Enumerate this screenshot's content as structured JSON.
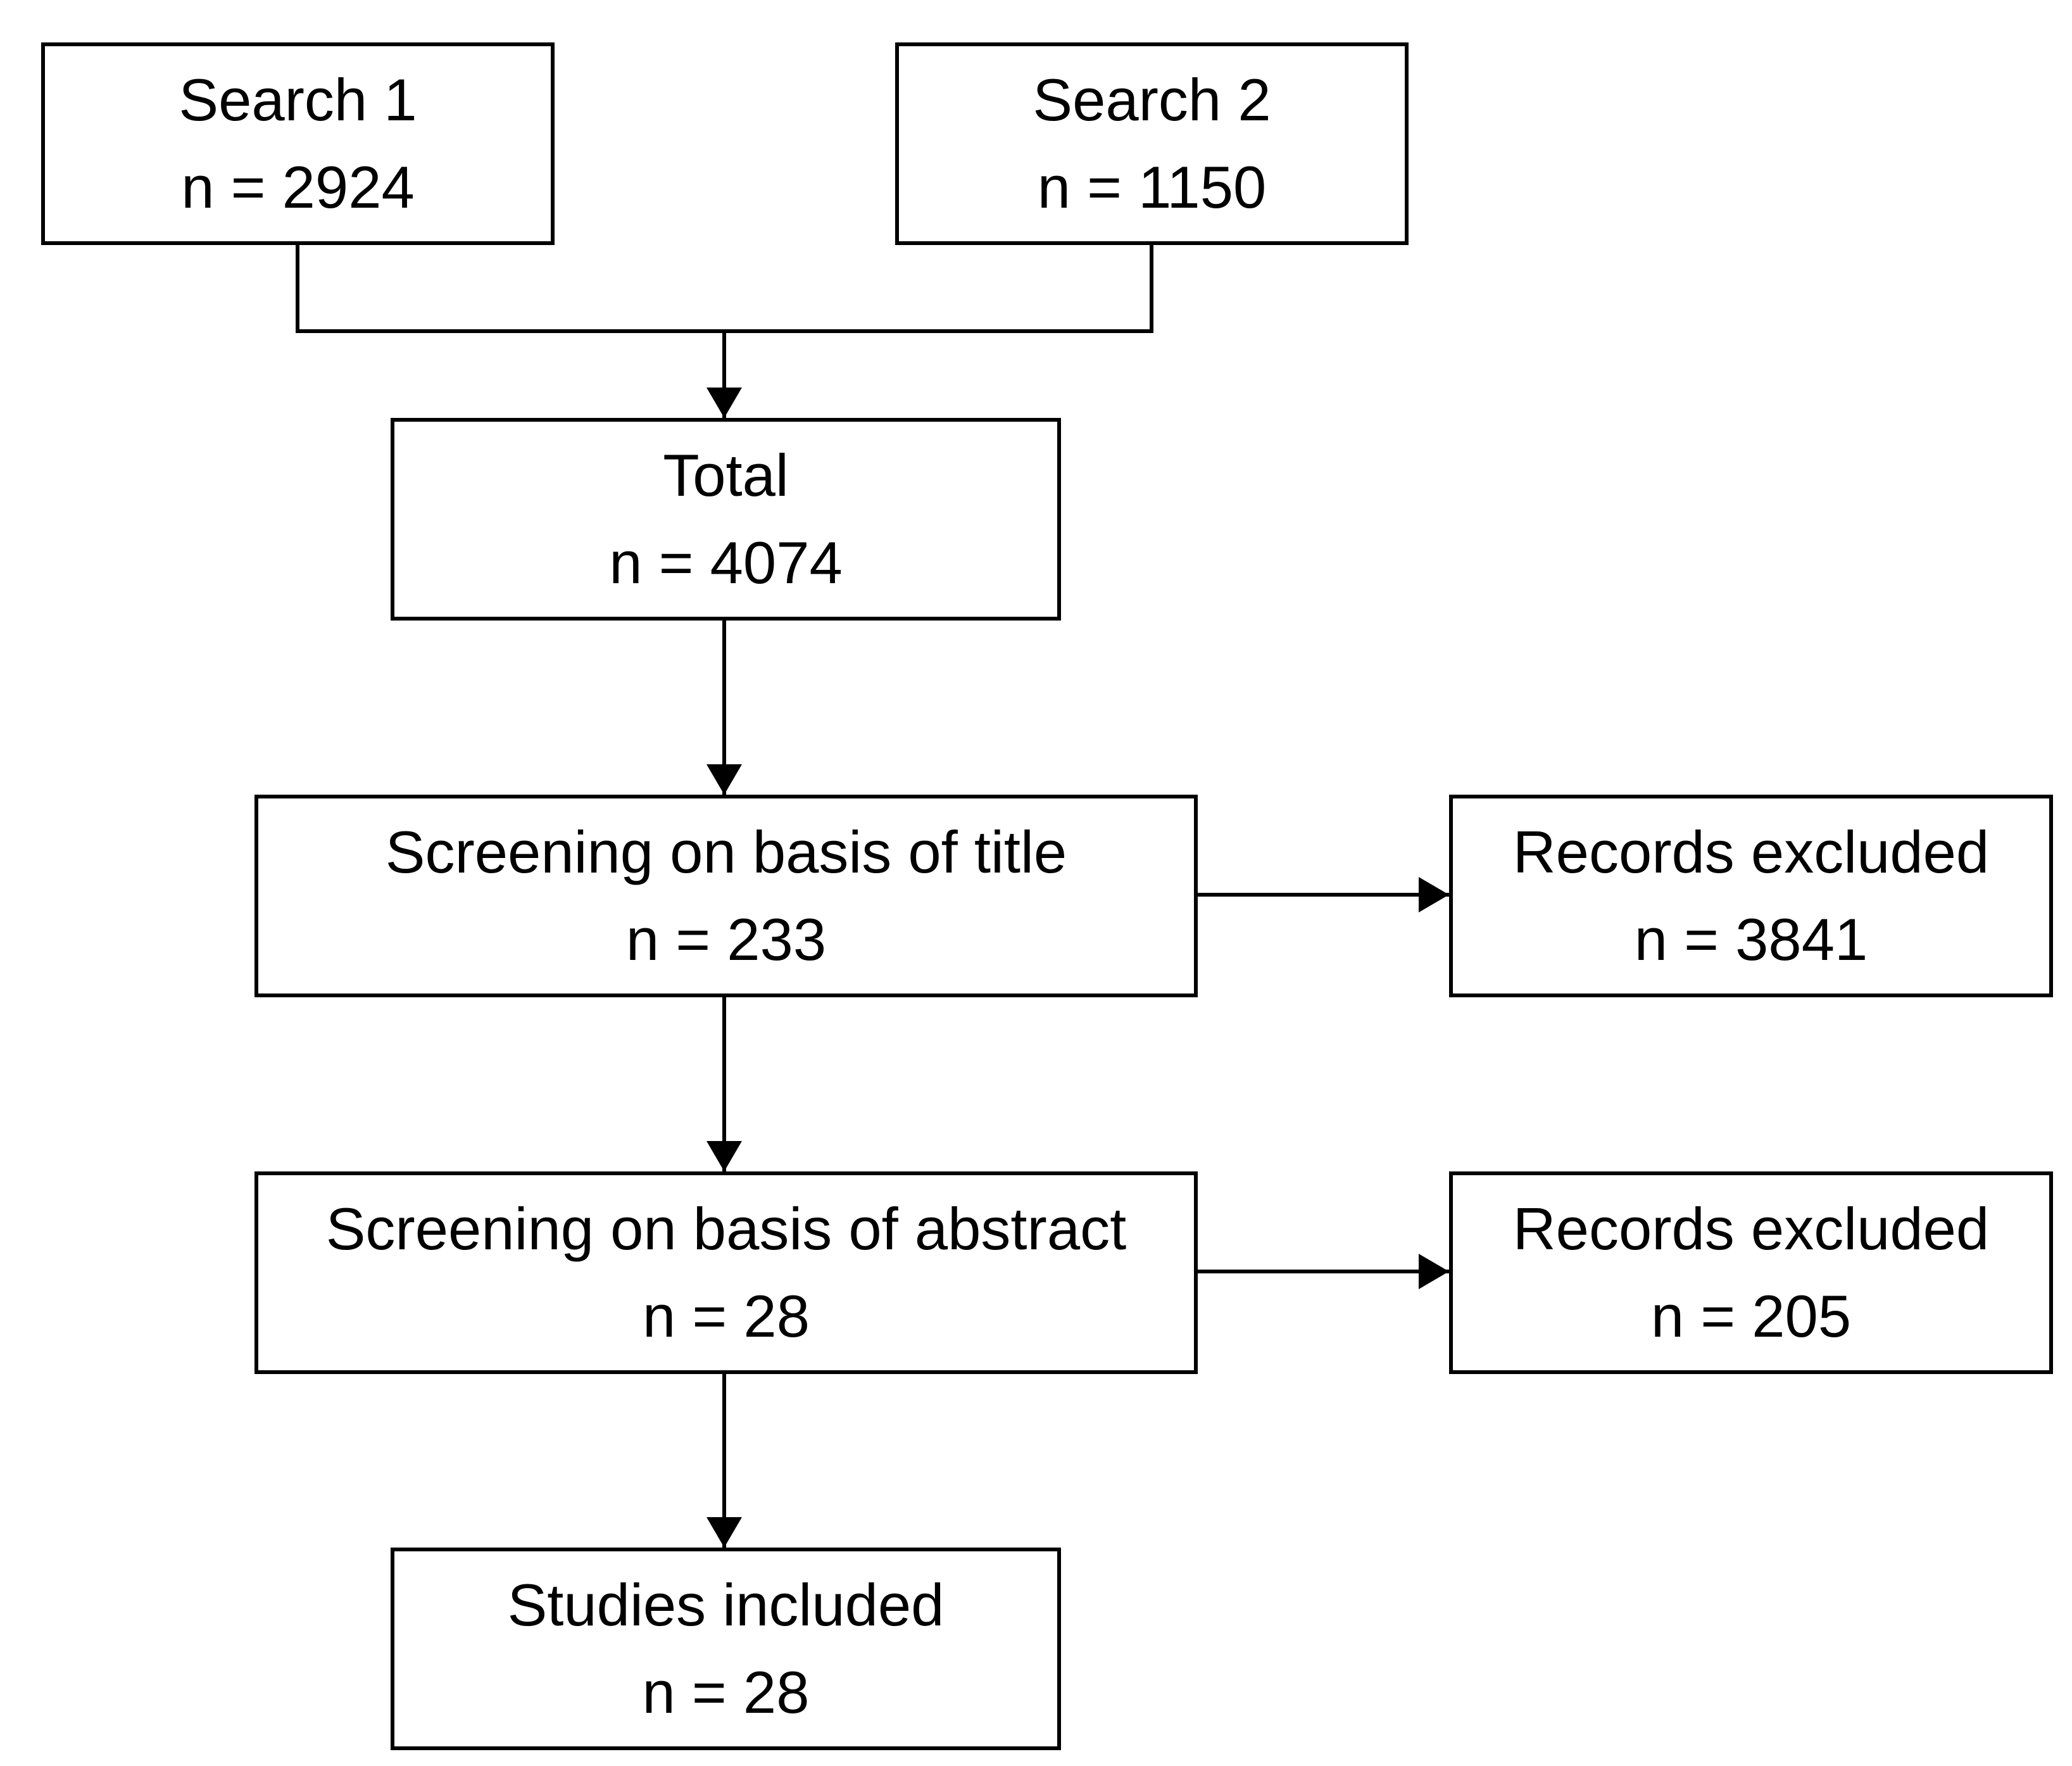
{
  "diagram": {
    "nodes": [
      {
        "id": "search1",
        "title": "Search 1",
        "count": "n = 2924"
      },
      {
        "id": "search2",
        "title": "Search 2",
        "count": "n = 1150"
      },
      {
        "id": "total",
        "title": "Total",
        "count": "n = 4074"
      },
      {
        "id": "title",
        "title": "Screening on basis of title",
        "count": "n = 233"
      },
      {
        "id": "excluded1",
        "title": "Records excluded",
        "count": "n = 3841"
      },
      {
        "id": "abstract",
        "title": "Screening on basis of abstract",
        "count": "n = 28"
      },
      {
        "id": "excluded2",
        "title": "Records excluded",
        "count": "n = 205"
      },
      {
        "id": "included",
        "title": "Studies included",
        "count": "n = 28"
      }
    ],
    "edges": [
      {
        "from": "search1",
        "to": "total"
      },
      {
        "from": "search2",
        "to": "total"
      },
      {
        "from": "total",
        "to": "title"
      },
      {
        "from": "title",
        "to": "excluded1"
      },
      {
        "from": "title",
        "to": "abstract"
      },
      {
        "from": "abstract",
        "to": "excluded2"
      },
      {
        "from": "abstract",
        "to": "included"
      }
    ],
    "colors": {
      "line": "#000000",
      "box_fill": "#ffffff",
      "text": "#000000"
    }
  }
}
